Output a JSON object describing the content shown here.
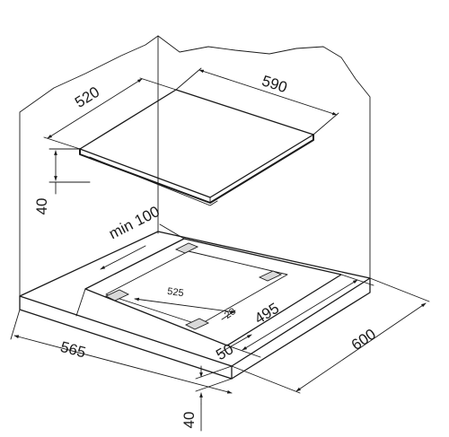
{
  "diagram": {
    "hob": {
      "width": "590",
      "depth": "520",
      "height": "40"
    },
    "cutout": {
      "min_front_clearance": "min 100",
      "width": "495",
      "inner_clip_span": "525",
      "clip_offset": "20",
      "front_margin": "50"
    },
    "worktop": {
      "width": "565",
      "depth": "600",
      "thickness": "40"
    }
  }
}
